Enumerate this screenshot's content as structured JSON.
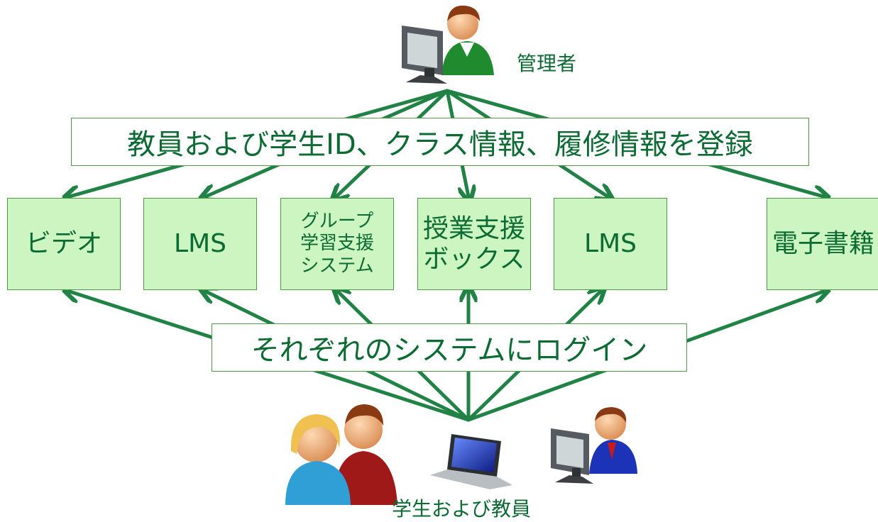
{
  "actors": {
    "admin": {
      "label": "管理者",
      "icon": "admin-computer-user-icon"
    },
    "users": {
      "label": "学生および教員",
      "icons": [
        "students-icon",
        "laptop-icon",
        "teacher-computer-icon"
      ]
    }
  },
  "bands": {
    "register": "教員および学生ID、クラス情報、履修情報を登録",
    "login": "それぞれのシステムにログイン"
  },
  "systems": [
    {
      "id": "video",
      "label": "ビデオ"
    },
    {
      "id": "lms1",
      "label": "LMS"
    },
    {
      "id": "group",
      "label": "グループ\n学習支援\nシステム"
    },
    {
      "id": "box",
      "label": "授業支援\nボックス"
    },
    {
      "id": "lms2",
      "label": "LMS"
    },
    {
      "id": "ebook",
      "label": "電子書籍"
    }
  ],
  "colors": {
    "arrow": "#208244",
    "box_fill": "#ccf5c2",
    "box_border": "#4d9a45",
    "text": "#0b6b33"
  }
}
